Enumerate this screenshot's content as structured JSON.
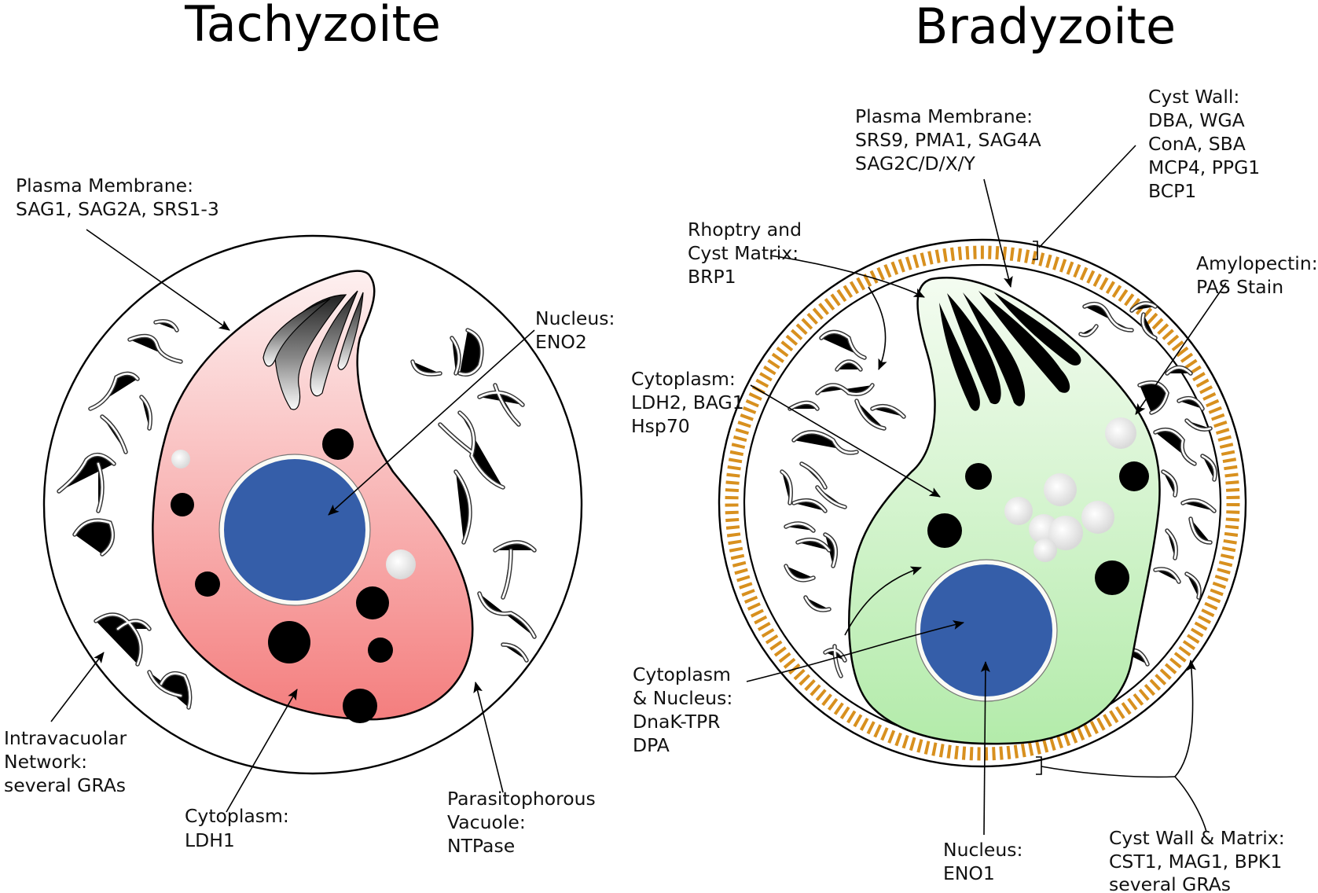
{
  "titles": {
    "left": "Tachyzoite",
    "right": "Bradyzoite"
  },
  "tachyzoite": {
    "plasma_membrane": [
      "Plasma Membrane:",
      "SAG1, SAG2A, SRS1-3"
    ],
    "nucleus": [
      "Nucleus:",
      "ENO2"
    ],
    "network": [
      "Intravacuolar",
      "Network:",
      "several GRAs"
    ],
    "cytoplasm": [
      "Cytoplasm:",
      "LDH1"
    ],
    "vacuole": [
      "Parasitophorous",
      "Vacuole:",
      "NTPase"
    ]
  },
  "bradyzoite": {
    "plasma_membrane": [
      "Plasma Membrane:",
      "SRS9, PMA1, SAG4A",
      "SAG2C/D/X/Y"
    ],
    "cyst_wall": [
      "Cyst Wall:",
      "DBA, WGA",
      "ConA, SBA",
      "MCP4, PPG1",
      "BCP1"
    ],
    "rhoptry": [
      "Rhoptry and",
      "Cyst Matrix:",
      "BRP1"
    ],
    "amylopectin": [
      "Amylopectin:",
      "PAS Stain"
    ],
    "cytoplasm": [
      "Cytoplasm:",
      "LDH2, BAG1",
      "Hsp70"
    ],
    "cyto_nucleus": [
      "Cytoplasm",
      "& Nucleus:",
      "DnaK-TPR",
      "DPA"
    ],
    "nucleus": [
      "Nucleus:",
      "ENO1"
    ],
    "wall_matrix": [
      "Cyst Wall & Matrix:",
      "CST1, MAG1, BPK1",
      "several GRAs"
    ]
  },
  "colors": {
    "tachy_cell_top": "#fdf0f0",
    "tachy_cell_bottom": "#f47e7e",
    "brady_cell_top": "#f4fcf1",
    "brady_cell_bottom": "#b3ebaa",
    "nucleus": "#355ea9",
    "cyst_wall": "#d8901e"
  }
}
